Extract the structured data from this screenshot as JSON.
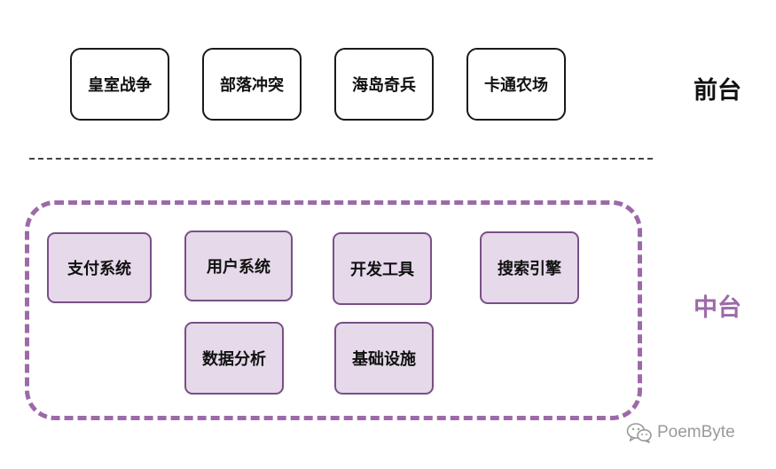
{
  "front": {
    "label": "前台",
    "boxes": [
      "皇室战争",
      "部落冲突",
      "海岛奇兵",
      "卡通农场"
    ]
  },
  "middle": {
    "label": "中台",
    "boxes": [
      "支付系统",
      "用户系统",
      "开发工具",
      "搜索引擎",
      "数据分析",
      "基础设施"
    ]
  },
  "watermark": {
    "text": "PoemByte",
    "icon": "wechat-icon"
  },
  "colors": {
    "middle_accent": "#9c6aa8",
    "middle_box_fill": "#e5d9ea",
    "middle_box_border": "#7a4f86",
    "front_border": "#1a1a1a"
  }
}
